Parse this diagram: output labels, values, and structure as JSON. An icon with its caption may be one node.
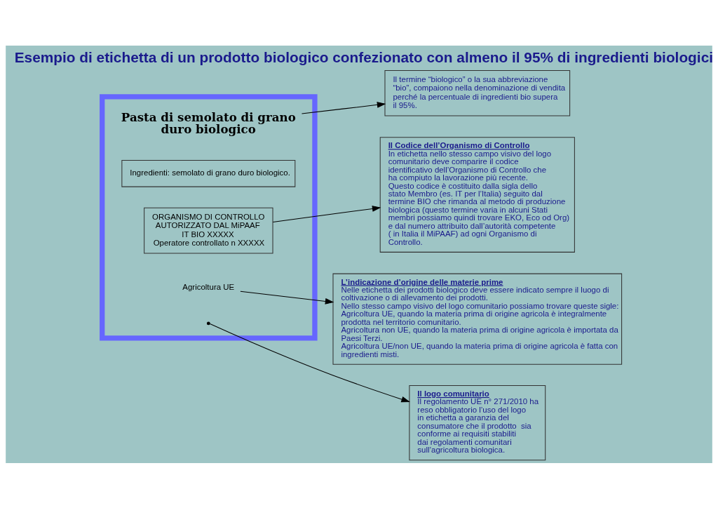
{
  "diagram": {
    "title": "Esempio di etichetta di un prodotto biologico confezionato con almeno il 95% di ingredienti biologici",
    "nodes": [
      {
        "text": [],
        "shape": "box"
      },
      {
        "text": [
          "Pasta di semolato di grano duro biologico"
        ],
        "in": 0
      },
      {
        "text": [
          "Ingredienti: semolato di grano duro biologico."
        ],
        "in": 0
      },
      {
        "text": [
          "ORGANISMO DI CONTROLLO",
          "AUTORIZZATO DAL MiPAAF",
          "IT BIO XXXXX",
          "Operatore controllato n XXXXX"
        ],
        "in": 0
      },
      {
        "text": [
          "Agricoltura UE"
        ],
        "in": 0
      },
      {
        "text": [
          "Il termine “biologico” o la sua abbreviazione “bio”, compaiono nella denominazione di vendita perché la percentuale di ingredienti bio supera il 95%."
        ]
      },
      {
        "text": [
          "Il Codice dell’Organismo di Controllo",
          "In etichetta nello stesso campo visivo del logo comunitario deve comparire il codice identificativo dell’Organismo di Controllo che ha compiuto la lavorazione più recente.",
          "Questo codice è costituito dalla sigla dello stato Membro (es. IT per l’Italia) seguito dal termine BIO che rimanda al metodo di produzione biologica (questo termine varia in alcuni Stati membri possiamo quindi trovare EKO, Eco od Org) e dal numero attribuito dall’autorità competente ( in Italia il MiPAAF) ad ogni Organismo di Controllo."
        ]
      },
      {
        "text": [
          "Il logo comunitario",
          "Il regolamento UE n° 271/2010 ha reso obbligatorio l’uso del logo in etichetta a garanzia del consumatore che il prodotto  sia conforme ai requisiti stabiliti dai regolamenti comunitari sull’agricoltura biologica."
        ]
      },
      {
        "text": [
          "L’indicazione d’origine delle materie prime",
          "Nelle etichetta dei prodotti biologico deve essere indicato sempre il luogo di coltivazione o di allevamento dei prodotti.",
          "Nello stesso campo visivo del logo comunitario possiamo trovare queste sigle:",
          "Agricoltura UE, quando la materia prima di origine agricola è integralmente prodotta nel territorio comunitario.",
          "Agricoltura non UE, quando la materia prima di origine agricola è importata da Paesi Terzi.",
          "Agricoltura UE/non UE, quando la materia prima di origine agricola è fatta con ingredienti misti."
        ]
      }
    ],
    "edges": [
      {
        "from": 1,
        "to": 5,
        "arrow": "to"
      },
      {
        "from": 3,
        "to": 6,
        "arrow": "to"
      },
      {
        "from": null,
        "to": 7,
        "arrow": "to"
      },
      {
        "from": 4,
        "to": 8,
        "arrow": "to"
      }
    ]
  }
}
